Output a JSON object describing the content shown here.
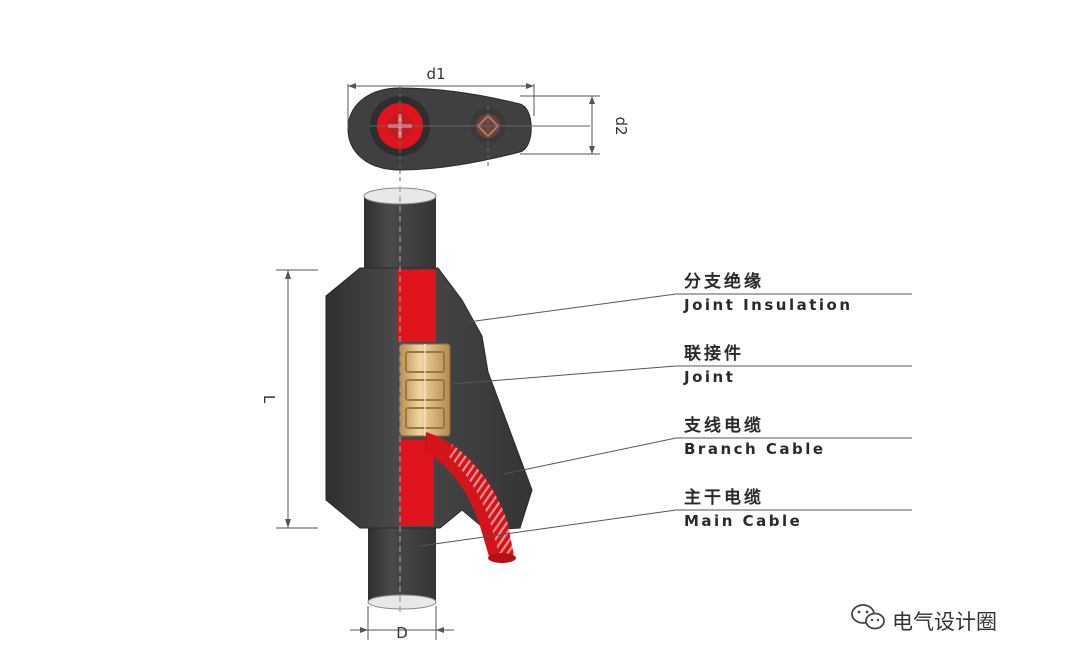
{
  "dimensions": {
    "d1": "d1",
    "d2": "d2",
    "length": "L",
    "diameter": "D"
  },
  "labels": [
    {
      "id": "joint-insulation",
      "cn": "分支绝缘",
      "en": "Joint Insulation"
    },
    {
      "id": "joint",
      "cn": "联接件",
      "en": "Joint"
    },
    {
      "id": "branch-cable",
      "cn": "支线电缆",
      "en": "Branch Cable"
    },
    {
      "id": "main-cable",
      "cn": "主干电缆",
      "en": "Main Cable"
    }
  ],
  "watermark": {
    "text": "电气设计圈",
    "icon": "wechat-icon"
  },
  "colors": {
    "cable_body": "#3c3c3c",
    "insulation_red": "#e0141c",
    "connector_brass": "#d8b278",
    "leader_line": "#555555"
  }
}
